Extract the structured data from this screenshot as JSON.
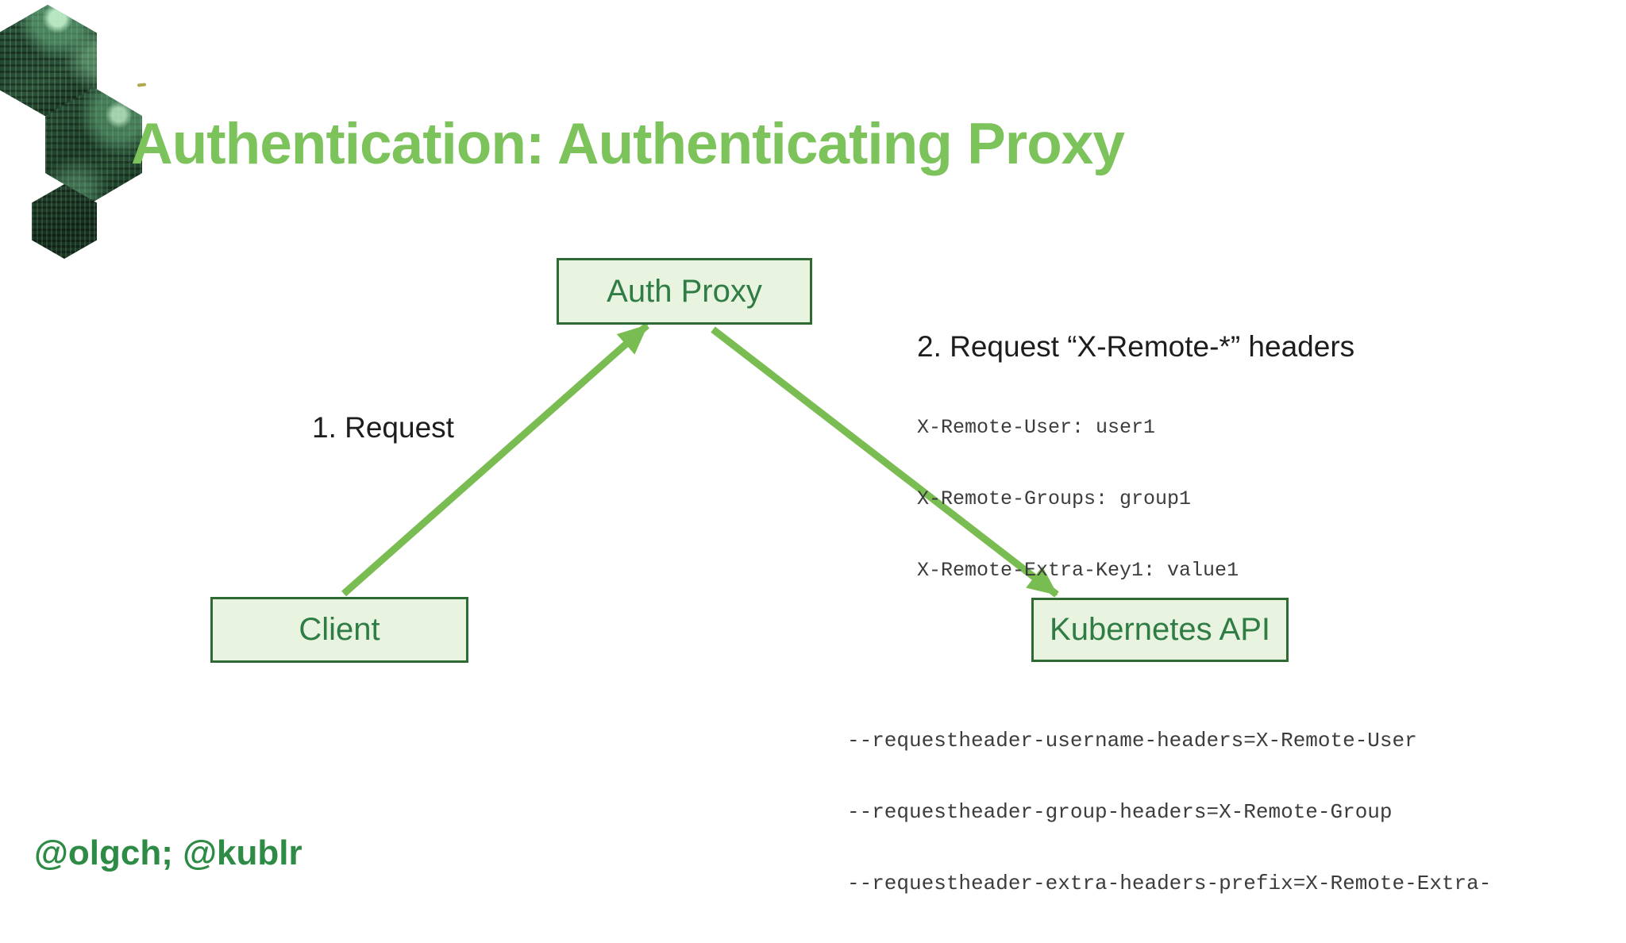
{
  "slide": {
    "title": "Authentication: Authenticating Proxy",
    "footer": "@olgch; @kublr"
  },
  "colors": {
    "title_green": "#7cc35c",
    "arrow_green": "#79bd52",
    "node_fill": "#e8f3e0",
    "node_border": "#2e6b33",
    "node_text": "#2f7d45",
    "footer_green": "#2e8b45",
    "logo_dark_green": "#1e4029"
  },
  "diagram": {
    "nodes": {
      "auth_proxy": {
        "label": "Auth Proxy"
      },
      "client": {
        "label": "Client"
      },
      "kubernetes_api": {
        "label": "Kubernetes API"
      }
    },
    "edges": {
      "client_to_proxy": {
        "label": "1. Request"
      },
      "proxy_to_api": {
        "label": "2. Request “X-Remote-*” headers"
      }
    },
    "request_headers": [
      "X-Remote-User: user1",
      "X-Remote-Groups: group1",
      "X-Remote-Extra-Key1: value1"
    ],
    "api_server_flags": [
      "--requestheader-username-headers=X-Remote-User",
      "--requestheader-group-headers=X-Remote-Group",
      "--requestheader-extra-headers-prefix=X-Remote-Extra-"
    ]
  }
}
